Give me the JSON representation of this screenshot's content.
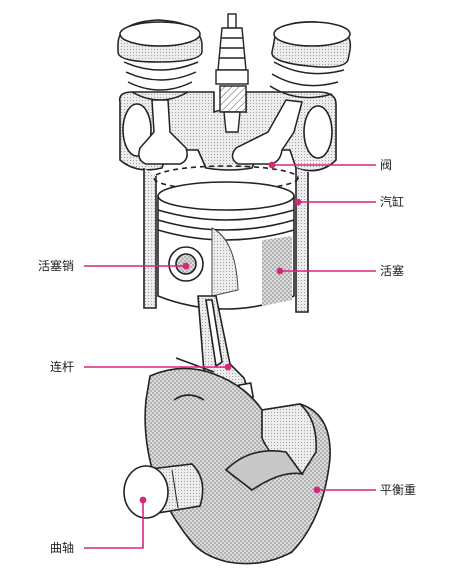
{
  "labels": {
    "valve": "阀",
    "cylinder": "汽缸",
    "wrist_pin": "活塞销",
    "piston": "活塞",
    "connecting_rod": "连杆",
    "counterweight": "平衡重",
    "crankshaft": "曲轴"
  },
  "colors": {
    "leader": "#d4287a",
    "ink": "#222222",
    "shade": "#c8c8c8",
    "dots": "#8a8a8a"
  }
}
